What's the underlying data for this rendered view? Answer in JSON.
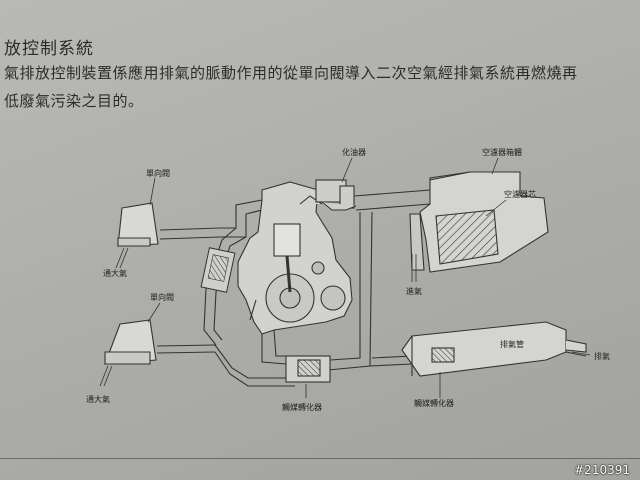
{
  "document": {
    "heading": "放控制系統",
    "paragraph_line1": "氣排放控制裝置係應用排氣的脈動作用的從單向閥導入二次空氣經排氣系統再燃燒再",
    "paragraph_line2": "低廢氣污染之目的。"
  },
  "diagram": {
    "labels": {
      "reed_valve_top": "單向閥",
      "reed_valve_bottom": "單向閥",
      "to_atmosphere_top": "通大氣",
      "to_atmosphere_bottom": "通大氣",
      "carburetor": "化油器",
      "air_cleaner_case": "空濾器箱體",
      "air_cleaner_element": "空濾器芯",
      "air_intake": "進氣",
      "exhaust_pipe": "排氣管",
      "exhaust_out": "排氣",
      "catalytic_converter_1": "觸媒轉化器",
      "catalytic_converter_2": "觸媒轉化器"
    }
  },
  "watermark": "#210391"
}
